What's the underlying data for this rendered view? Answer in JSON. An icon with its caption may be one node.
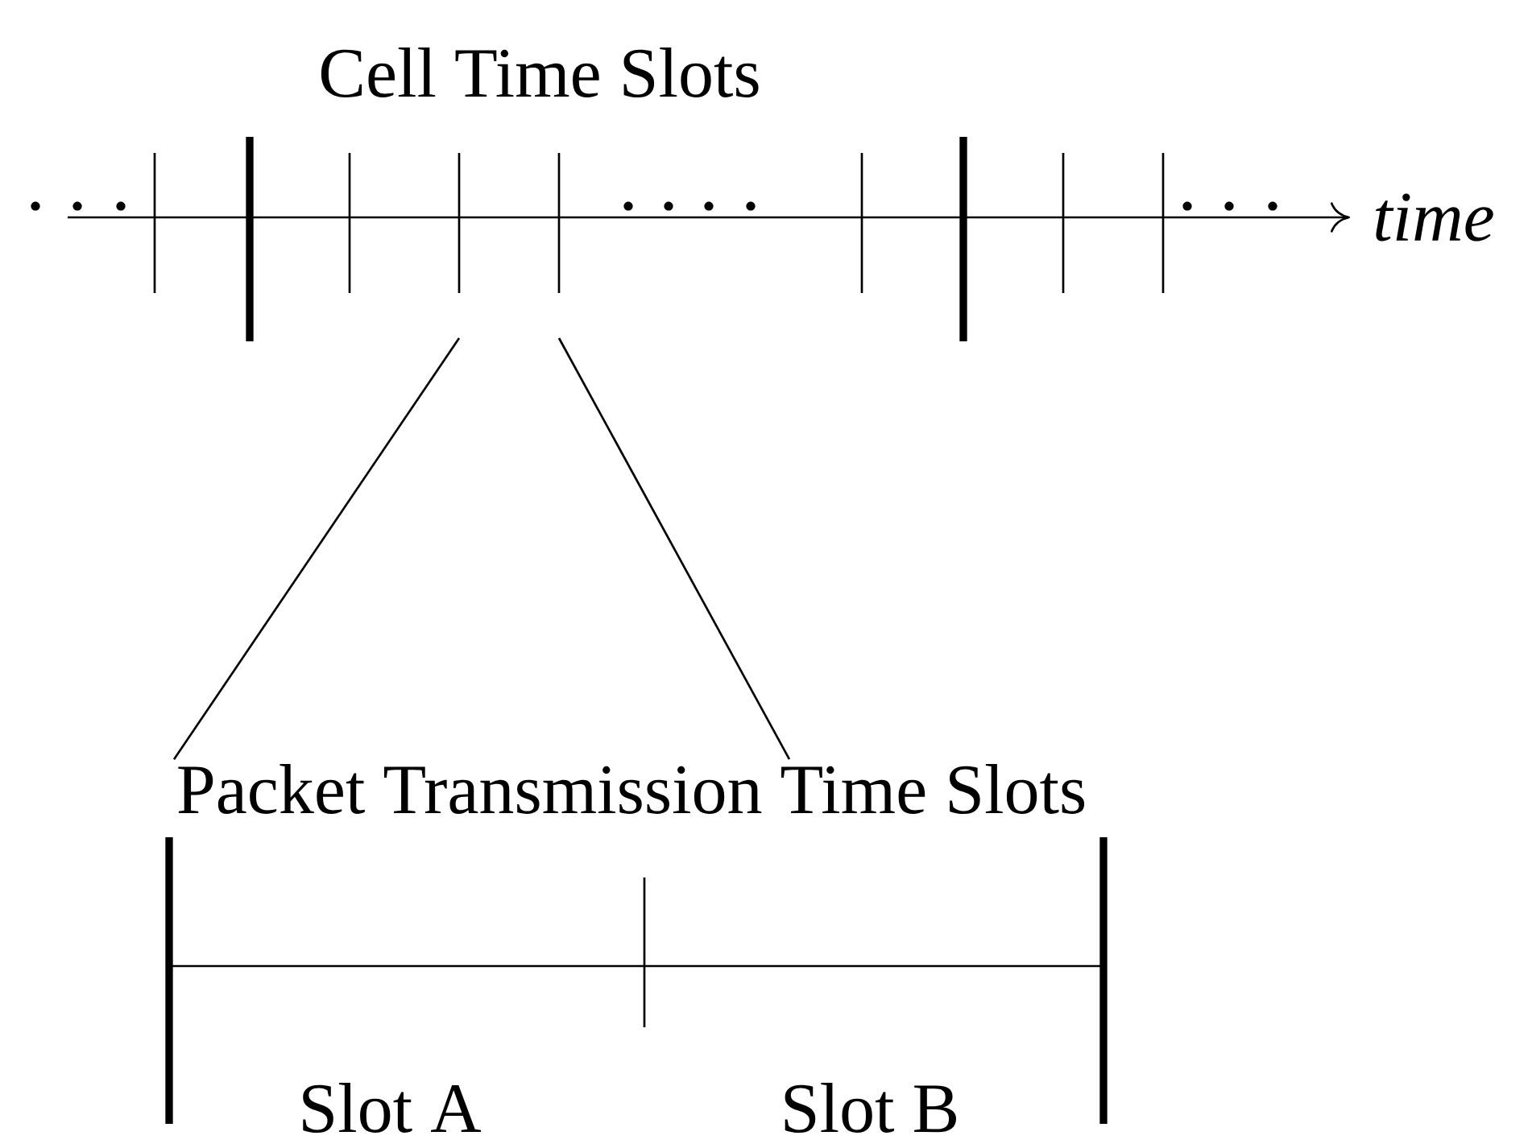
{
  "diagram": {
    "nodes": [
      {
        "text": [
          "Cell Time Slots"
        ]
      },
      {
        "text": [
          "Packet Transmission Time Slots"
        ]
      }
    ],
    "edges": [
      {
        "from": 1,
        "to": null,
        "arrow": "none"
      },
      {
        "from": 1,
        "to": null,
        "arrow": "none"
      }
    ],
    "labels": [
      "time",
      "Slot A",
      "Slot B"
    ]
  }
}
